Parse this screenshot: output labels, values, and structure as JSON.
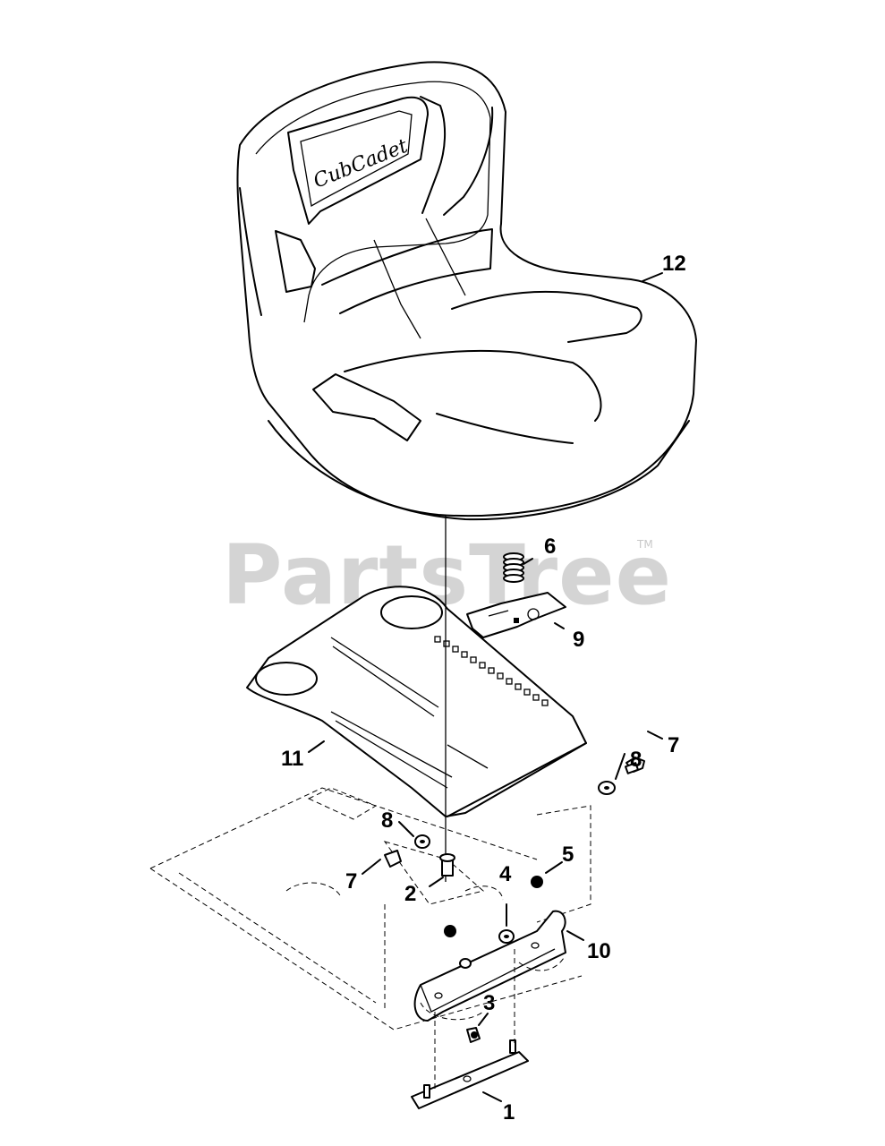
{
  "watermark": {
    "text": "PartsTree",
    "trademark": "TM"
  },
  "seat_logo": "CubCadet",
  "callouts": {
    "p1": "1",
    "p2": "2",
    "p3": "3",
    "p4": "4",
    "p5": "5",
    "p6": "6",
    "p7a": "7",
    "p7b": "7",
    "p8a": "8",
    "p8b": "8",
    "p9": "9",
    "p10": "10",
    "p11": "11",
    "p12": "12"
  }
}
